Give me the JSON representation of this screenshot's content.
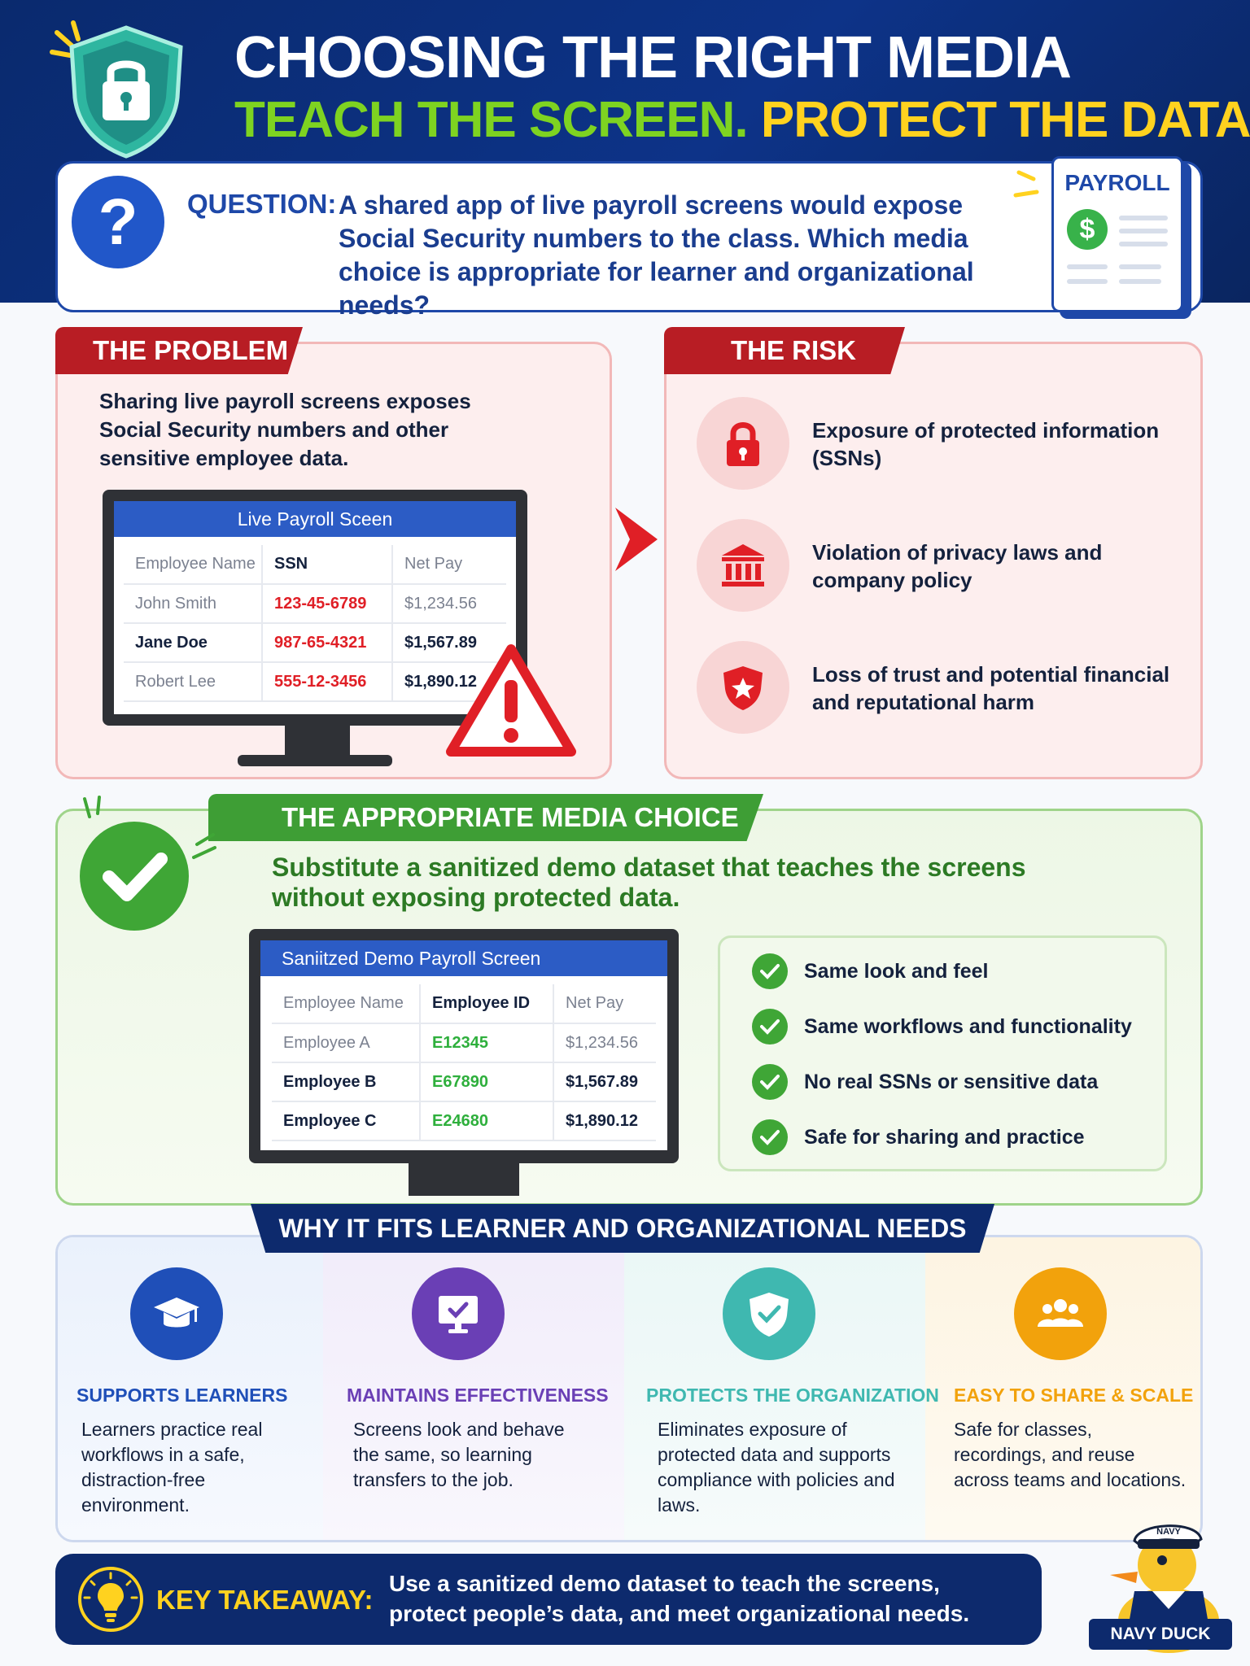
{
  "header": {
    "title": "CHOOSING THE RIGHT MEDIA",
    "subtitle_green": "TEACH THE SCREEN.",
    "subtitle_yellow": "PROTECT THE DATA."
  },
  "question": {
    "label": "QUESTION:",
    "text": "A shared app of live payroll screens would expose Social Security numbers to the class. Which media choice is appropriate for learner and organizational needs?",
    "payroll_badge": "PAYROLL",
    "icon": "question-mark-icon"
  },
  "problem": {
    "tab": "THE PROBLEM",
    "text": "Sharing live payroll screens exposes Social Security numbers and other sensitive employee data.",
    "screen_title": "Live Payroll Sceen",
    "columns": [
      "Employee Name",
      "SSN",
      "Net Pay"
    ],
    "rows": [
      [
        "John Smith",
        "123-45-6789",
        "$1,234.56"
      ],
      [
        "Jane Doe",
        "987-65-4321",
        "$1,567.89"
      ],
      [
        "Robert Lee",
        "555-12-3456",
        "$1,890.12"
      ]
    ]
  },
  "risk": {
    "tab": "THE RISK",
    "items": [
      {
        "text": "Exposure of protected information (SSNs)",
        "icon": "lock-icon"
      },
      {
        "text": "Violation of privacy laws and company policy",
        "icon": "bank-icon"
      },
      {
        "text": "Loss of trust and potential financial and reputational harm",
        "icon": "shield-star-icon"
      }
    ]
  },
  "choice": {
    "tab": "THE APPROPRIATE MEDIA CHOICE",
    "text": "Substitute a sanitized demo dataset that teaches the screens without exposing protected data.",
    "screen_title": "Saniitzed Demo Payroll Screen",
    "columns": [
      "Employee Name",
      "Employee ID",
      "Net Pay"
    ],
    "rows": [
      [
        "Employee A",
        "E12345",
        "$1,234.56"
      ],
      [
        "Employee B",
        "E67890",
        "$1,567.89"
      ],
      [
        "Employee C",
        "E24680",
        "$1,890.12"
      ]
    ],
    "benefits": [
      "Same look and feel",
      "Same workflows and functionality",
      "No real SSNs or sensitive data",
      "Safe for sharing and practice"
    ]
  },
  "why": {
    "banner": "WHY IT FITS LEARNER AND ORGANIZATIONAL NEEDS",
    "columns": [
      {
        "heading": "SUPPORTS LEARNERS",
        "body": "Learners practice real workflows in a safe, distraction-free environment.",
        "icon": "graduation-cap-icon",
        "color": "#1f4fb8"
      },
      {
        "heading": "MAINTAINS EFFECTIVENESS",
        "body": "Screens look and behave the same, so learning transfers to the job.",
        "icon": "monitor-check-icon",
        "color": "#6a3fb5"
      },
      {
        "heading": "PROTECTS THE ORGANIZATION",
        "body": "Eliminates exposure of protected data and supports compliance with policies and laws.",
        "icon": "shield-check-icon",
        "color": "#3fb8b0"
      },
      {
        "heading": "EASY TO SHARE & SCALE",
        "body": "Safe for classes, recordings, and reuse across teams and locations.",
        "icon": "group-icon",
        "color": "#f2a20c"
      }
    ]
  },
  "takeaway": {
    "label": "KEY TAKEAWAY:",
    "text": "Use a sanitized demo dataset to teach the screens, protect people’s data, and meet organizational needs.",
    "icon": "lightbulb-icon"
  },
  "mascot": {
    "cap": "NAVY",
    "label": "NAVY DUCK"
  },
  "colors": {
    "navy": "#0d2a6d",
    "red": "#b81d24",
    "green": "#3e9e35",
    "yellow": "#ffd21f"
  }
}
